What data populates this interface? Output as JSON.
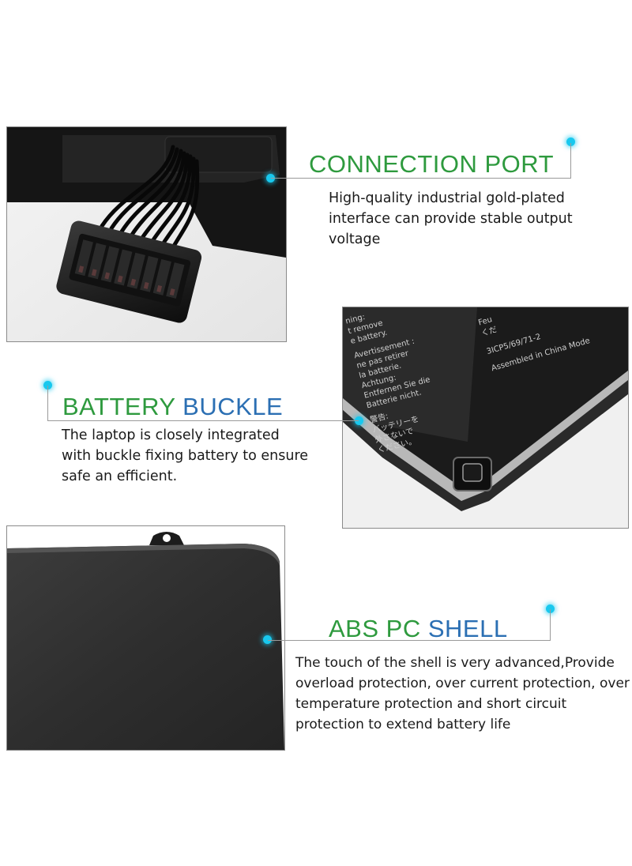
{
  "sections": [
    {
      "title_main": "CONNECTION PORT",
      "title_main_color": "#2e9a3e",
      "title_accent": "",
      "title_accent_color": "#2b6fb3",
      "description": "High-quality industrial gold-plated interface can provide stable output voltage",
      "image": "battery-connector-cable-photo"
    },
    {
      "title_main": "BATTERY",
      "title_main_color": "#2e9a3e",
      "title_accent": "BUCKLE",
      "title_accent_color": "#2b6fb3",
      "description": "The laptop is closely integrated with buckle fixing battery to ensure safe an efficient.",
      "image": "battery-buckle-photo",
      "label_text": {
        "line1": "ning:",
        "line2": "t remove",
        "line3": "e battery.",
        "line4": "Avertissement :",
        "line5": "ne pas retirer",
        "line6": "la batterie.",
        "line7": "Achtung:",
        "line8": "Entfernen Sie die",
        "line9": "Batterie nicht.",
        "line10": "警告:",
        "line11": "バッテリーを",
        "line12": "外さないで",
        "line13": "ください。",
        "model1": "Feu",
        "model2": "くだ",
        "model3": "3ICP5/69/71-2",
        "model4": "Assembled in China Mode"
      }
    },
    {
      "title_main": "ABS PC",
      "title_main_color": "#2e9a3e",
      "title_accent": "SHELL",
      "title_accent_color": "#2b6fb3",
      "description": "The touch of the shell is very advanced,Provide overload protection, over current protection, over temperature protection and short circuit protection to extend battery life",
      "image": "battery-shell-photo"
    }
  ],
  "accent_dot_color": "#18c8ee"
}
